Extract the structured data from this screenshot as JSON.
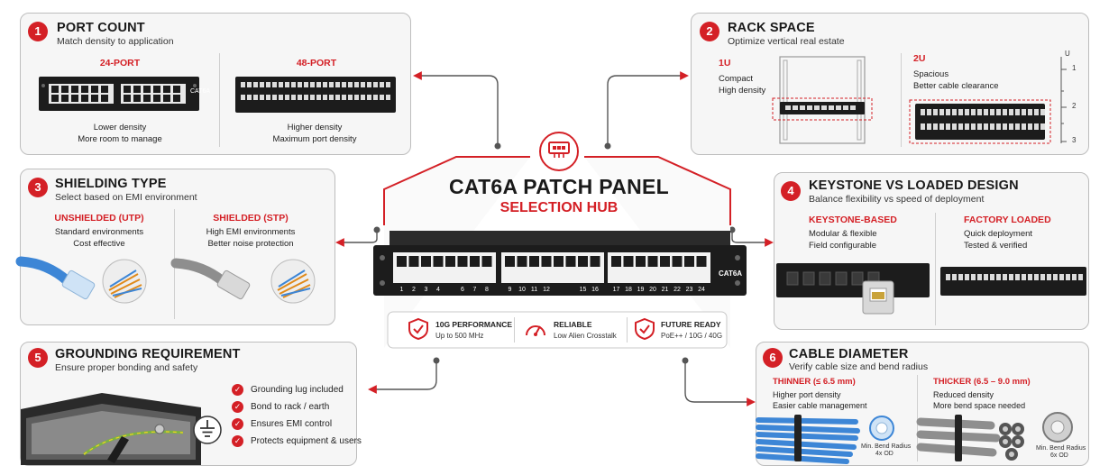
{
  "hub": {
    "title": "CAT6A PATCH PANEL",
    "subtitle": "SELECTION HUB",
    "panel_label": "CAT6A",
    "port_numbers": [
      "1",
      "2",
      "3",
      "4",
      "6",
      "7",
      "8",
      "9",
      "10",
      "11",
      "12",
      "15",
      "16",
      "17",
      "18",
      "19",
      "20",
      "21",
      "22",
      "23",
      "24"
    ],
    "features": [
      {
        "title": "10G PERFORMANCE",
        "sub": "Up to 500 MHz",
        "icon": "shield-check-icon"
      },
      {
        "title": "RELIABLE",
        "sub": "Low Alien Crosstalk",
        "icon": "gauge-icon"
      },
      {
        "title": "FUTURE READY",
        "sub": "PoE++ / 10G / 40G",
        "icon": "shield-check-icon"
      }
    ]
  },
  "cards": {
    "port_count": {
      "num": "1",
      "title": "PORT COUNT",
      "subtitle": "Match density to application",
      "left": {
        "label": "24-PORT",
        "line1": "Lower density",
        "line2": "More room to manage",
        "panel_label": "CAT6A"
      },
      "right": {
        "label": "48-PORT",
        "line1": "Higher density",
        "line2": "Maximum port density"
      }
    },
    "rack_space": {
      "num": "2",
      "title": "RACK SPACE",
      "subtitle": "Optimize vertical real estate",
      "left": {
        "label": "1U",
        "line1": "Compact",
        "line2": "High density"
      },
      "right": {
        "label": "2U",
        "line1": "Spacious",
        "line2": "Better cable clearance"
      },
      "scale": {
        "unit": "U",
        "ticks": [
          "1",
          "2",
          "3"
        ]
      }
    },
    "shielding": {
      "num": "3",
      "title": "SHIELDING TYPE",
      "subtitle": "Select based on EMI environment",
      "left": {
        "label": "UNSHIELDED (UTP)",
        "line1": "Standard environments",
        "line2": "Cost effective"
      },
      "right": {
        "label": "SHIELDED (STP)",
        "line1": "High EMI environments",
        "line2": "Better noise protection"
      }
    },
    "keystone": {
      "num": "4",
      "title": "KEYSTONE VS LOADED DESIGN",
      "subtitle": "Balance flexibility vs speed of deployment",
      "left": {
        "label": "KEYSTONE-BASED",
        "line1": "Modular & flexible",
        "line2": "Field configurable"
      },
      "right": {
        "label": "FACTORY LOADED",
        "line1": "Quick deployment",
        "line2": "Tested & verified"
      }
    },
    "grounding": {
      "num": "5",
      "title": "GROUNDING REQUIREMENT",
      "subtitle": "Ensure proper bonding and safety",
      "checks": [
        "Grounding lug included",
        "Bond to rack / earth",
        "Ensures EMI control",
        "Protects equipment & users"
      ]
    },
    "cable_diameter": {
      "num": "6",
      "title": "CABLE DIAMETER",
      "subtitle": "Verify cable size and bend radius",
      "left": {
        "label": "THINNER (≤ 6.5 mm)",
        "line1": "Higher port density",
        "line2": "Easier cable management",
        "bend1": "Min. Bend Radius",
        "bend2": "4x OD"
      },
      "right": {
        "label": "THICKER (6.5 – 9.0 mm)",
        "line1": "Reduced density",
        "line2": "More bend space needed",
        "bend1": "Min. Bend Radius",
        "bend2": "6x OD"
      }
    }
  },
  "colors": {
    "accent": "#d42026",
    "panel": "#1c1c1c",
    "utp_cable": "#3d86d6",
    "stp_cable": "#8e8e8e"
  }
}
